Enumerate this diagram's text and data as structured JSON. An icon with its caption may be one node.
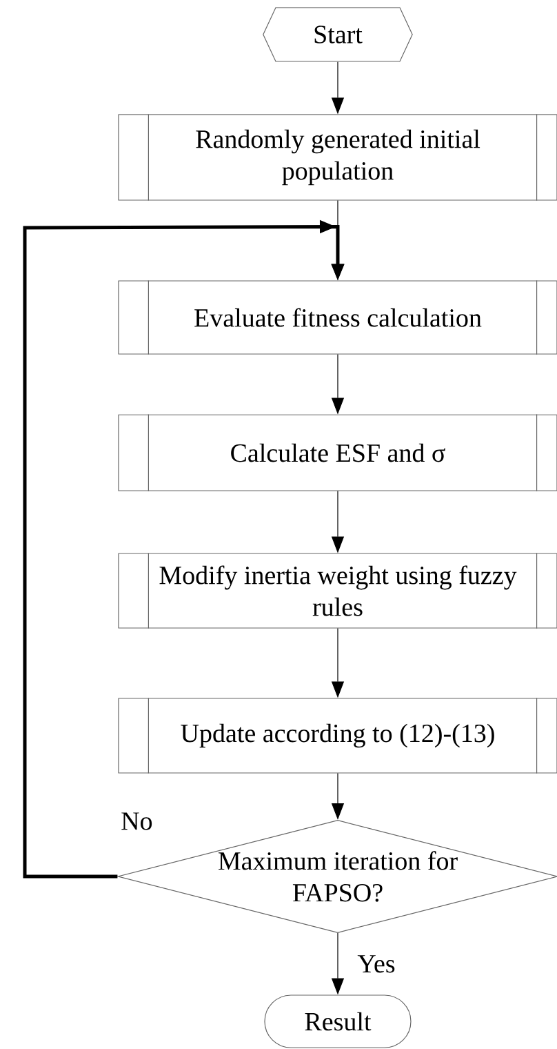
{
  "diagram": {
    "nodes": [
      {
        "text": [
          "Start"
        ]
      },
      {
        "text": [
          "Randomly generated initial population"
        ]
      },
      {
        "text": [
          "Evaluate fitness calculation"
        ]
      },
      {
        "text": [
          "Calculate ESF and σ"
        ]
      },
      {
        "text": [
          "Modify inertia weight using fuzzy rules"
        ]
      },
      {
        "text": [
          "Update according to (12)-(13)"
        ]
      },
      {
        "text": [
          "Maximum iteration for FAPSO?"
        ]
      },
      {
        "text": [
          "Result"
        ]
      }
    ],
    "edges": [
      {
        "from": 0,
        "to": 1,
        "arrow": "to"
      },
      {
        "from": 1,
        "to": 2,
        "arrow": "to"
      },
      {
        "from": 2,
        "to": 3,
        "arrow": "to"
      },
      {
        "from": 3,
        "to": 4,
        "arrow": "to"
      },
      {
        "from": 4,
        "to": 5,
        "arrow": "to"
      },
      {
        "from": 5,
        "to": 6,
        "arrow": "to"
      },
      {
        "from": 6,
        "to": 7,
        "arrow": "to",
        "label": "Yes"
      },
      {
        "from": 6,
        "to": 2,
        "arrow": "to",
        "label": "No",
        "style": "thick"
      }
    ]
  }
}
